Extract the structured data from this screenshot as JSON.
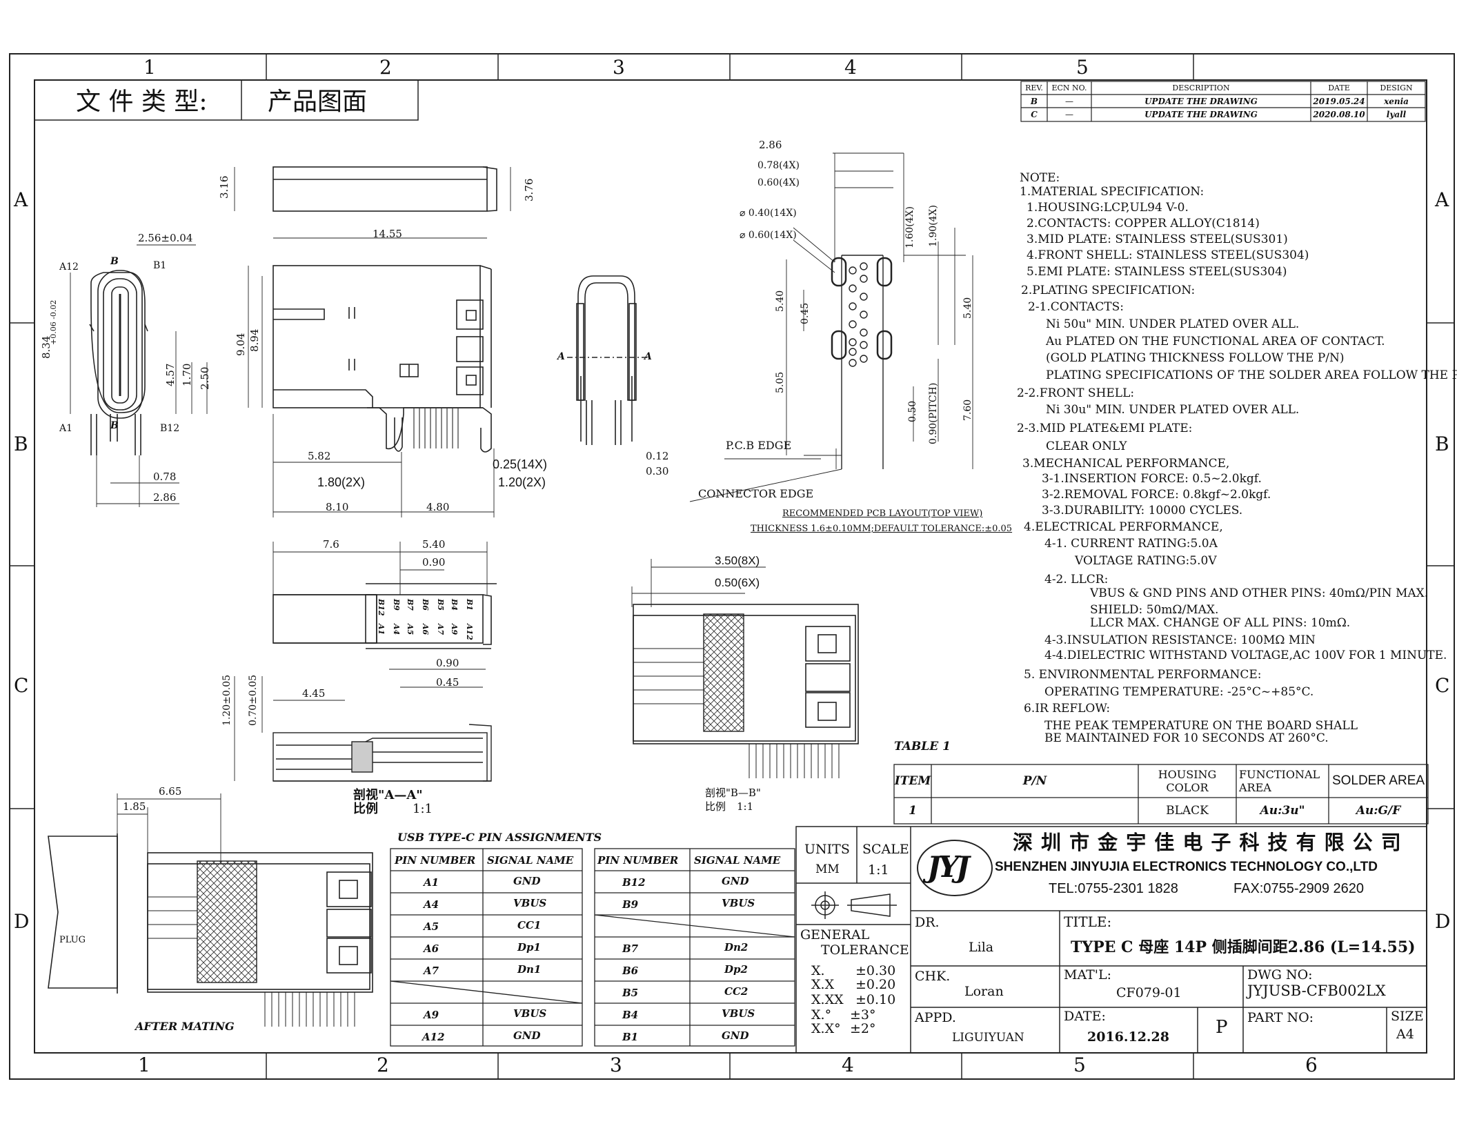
{
  "frame": {
    "cols": [
      "1",
      "2",
      "3",
      "4",
      "5",
      "6"
    ],
    "rows": [
      "A",
      "B",
      "C",
      "D"
    ]
  },
  "doc_type": {
    "label": "文 件 类 型:",
    "value": "产品图面"
  },
  "revisions": {
    "headers": [
      "REV.",
      "ECN NO.",
      "DESCRIPTION",
      "DATE",
      "DESIGN"
    ],
    "rows": [
      {
        "rev": "B",
        "ecn": "—",
        "desc": "UPDATE THE DRAWING",
        "date": "2019.05.24",
        "design": "xenia"
      },
      {
        "rev": "C",
        "ecn": "—",
        "desc": "UPDATE THE DRAWING",
        "date": "2020.08.10",
        "design": "lyall"
      }
    ]
  },
  "notes": [
    "NOTE:",
    "1.MATERIAL SPECIFICATION:",
    " 1.HOUSING:LCP,UL94 V-0.",
    " 2.CONTACTS: COPPER ALLOY(C1814)",
    " 3.MID PLATE: STAINLESS STEEL(SUS301)",
    " 4.FRONT SHELL: STAINLESS STEEL(SUS304)",
    " 5.EMI PLATE: STAINLESS STEEL(SUS304)",
    "2.PLATING SPECIFICATION:",
    " 2-1.CONTACTS:",
    "Ni 50u\" MIN. UNDER PLATED OVER ALL.",
    "Au PLATED ON THE FUNCTIONAL AREA OF CONTACT.",
    "(GOLD PLATING THICKNESS FOLLOW THE P/N)",
    "PLATING SPECIFICATIONS OF THE SOLDER AREA FOLLOW THE P/N",
    "2-2.FRONT SHELL:",
    "Ni 30u\" MIN. UNDER PLATED OVER ALL.",
    "2-3.MID PLATE&EMI PLATE:",
    "CLEAR ONLY",
    "3.MECHANICAL PERFORMANCE,",
    "3-1.INSERTION FORCE: 0.5~2.0kgf.",
    "3-2.REMOVAL FORCE: 0.8kgf~2.0kgf.",
    "3-3.DURABILITY: 10000 CYCLES.",
    "4.ELECTRICAL PERFORMANCE,",
    "4-1. CURRENT RATING:5.0A",
    "VOLTAGE RATING:5.0V",
    "4-2. LLCR:",
    "VBUS & GND PINS AND OTHER PINS: 40mΩ/PIN MAX.",
    "SHIELD: 50mΩ/MAX.",
    "LLCR MAX. CHANGE OF ALL PINS: 10mΩ.",
    "4-3.INSULATION RESISTANCE: 100MΩ MIN",
    "4-4.DIELECTRIC WITHSTAND VOLTAGE,AC 100V FOR 1 MINUTE.",
    "5. ENVIRONMENTAL PERFORMANCE:",
    "OPERATING TEMPERATURE: -25°C~+85°C.",
    "6.IR REFLOW:",
    "THE PEAK TEMPERATURE ON THE BOARD SHALL",
    "BE MAINTAINED FOR 10 SECONDS AT 260°C."
  ],
  "table1": {
    "title": "TABLE 1",
    "headers": {
      "item": "ITEM",
      "pn": "P/N",
      "housing": "HOUSING COLOR",
      "functional": "FUNCTIONAL AREA",
      "solder": "SOLDER AREA"
    },
    "row": {
      "item": "1",
      "pn": "",
      "housing": "BLACK",
      "functional": "Au:3u\"",
      "solder": "Au:G/F"
    }
  },
  "pin_table": {
    "title": "USB TYPE-C PIN ASSIGNMENTS",
    "headers": [
      "PIN NUMBER",
      "SIGNAL NAME",
      "PIN NUMBER",
      "SIGNAL NAME"
    ],
    "left": [
      {
        "pin": "A1",
        "sig": "GND"
      },
      {
        "pin": "A4",
        "sig": "VBUS"
      },
      {
        "pin": "A5",
        "sig": "CC1"
      },
      {
        "pin": "A6",
        "sig": "Dp1"
      },
      {
        "pin": "A7",
        "sig": "Dn1"
      },
      {
        "pin": "",
        "sig": ""
      },
      {
        "pin": "A9",
        "sig": "VBUS"
      },
      {
        "pin": "A12",
        "sig": "GND"
      }
    ],
    "right": [
      {
        "pin": "B12",
        "sig": "GND"
      },
      {
        "pin": "B9",
        "sig": "VBUS"
      },
      {
        "pin": "",
        "sig": ""
      },
      {
        "pin": "B7",
        "sig": "Dn2"
      },
      {
        "pin": "B6",
        "sig": "Dp2"
      },
      {
        "pin": "B5",
        "sig": "CC2"
      },
      {
        "pin": "B4",
        "sig": "VBUS"
      },
      {
        "pin": "B1",
        "sig": "GND"
      }
    ]
  },
  "title_block": {
    "units_label": "UNITS",
    "units": "MM",
    "scale_label": "SCALE",
    "scale": "1:1",
    "general_tol": "GENERAL",
    "tol_label": "TOLERANCE",
    "tolerances": [
      {
        "k": "X.",
        "v": "±0.30"
      },
      {
        "k": "X.X",
        "v": "±0.20"
      },
      {
        "k": "X.XX",
        "v": "±0.10"
      },
      {
        "k": "X.°",
        "v": "±3°"
      },
      {
        "k": "X.X°",
        "v": "±2°"
      }
    ],
    "logo": "JYJ",
    "company_cn": "深 圳 市 金 宇 佳 电 子 科 技 有 限 公 司",
    "company_en": "SHENZHEN JINYUJIA ELECTRONICS TECHNOLOGY CO.,LTD",
    "tel": "TEL:0755-2301 1828",
    "fax": "FAX:0755-2909 2620",
    "dr_label": "DR.",
    "dr": "Lila",
    "title_label": "TITLE:",
    "title": "TYPE C 母座 14P 侧插脚间距2.86 (L=14.55)",
    "chk_label": "CHK.",
    "chk": "Loran",
    "matl_label": "MAT'L:",
    "matl": "CF079-01",
    "dwg_label": "DWG NO:",
    "dwg": "JYJUSB-CFB002LX",
    "appd_label": "APPD.",
    "appd": "LIGUIYUAN",
    "date_label": "DATE:",
    "date": "2016.12.28",
    "p": "P",
    "part_label": "PART NO:",
    "part": "",
    "size_label": "SIZE",
    "size": "A4"
  },
  "dims": {
    "d256": "2.56±0.04",
    "a12": "A12",
    "b": "B",
    "b1": "B1",
    "a1": "A1",
    "b12": "B12",
    "d834": "8.34",
    "d834tol": "+0.06 -0.02",
    "d457": "4.57",
    "d170": "1.70",
    "d250": "2.50",
    "d078": "0.78",
    "d286": "2.86",
    "d316": "3.16",
    "d376": "3.76",
    "d1455": "14.55",
    "d904": "9.04",
    "d894": "8.94",
    "d582": "5.82",
    "d180": "1.80(2X)",
    "d025": "0.25(14X)",
    "d120": "1.20(2X)",
    "d012": "0.12",
    "d030": "0.30",
    "d810": "8.10",
    "d480": "4.80",
    "secA": "A",
    "secA2": "A",
    "p286": "2.86",
    "p078": "0.78(4X)",
    "p060": "0.60(4X)",
    "p040": "⌀ 0.40(14X)",
    "p060b": "⌀ 0.60(14X)",
    "p160": "1.60(4X)",
    "p190": "1.90(4X)",
    "p540": "5.40",
    "p045": "0.45",
    "p540r": "5.40",
    "p505": "5.05",
    "p050": "0.50",
    "p090": "0.90(PITCH)",
    "p760": "7.60",
    "pcb_edge": "P.C.B  EDGE",
    "conn_edge": "CONNECTOR EDGE",
    "layout1": "RECOMMENDED PCB LAYOUT(TOP VIEW)",
    "layout2": "THICKNESS 1.6±0.10MM;DEFAULT TOLERANCE:±0.05",
    "s76": "7.6",
    "s540": "5.40",
    "s090": "0.90",
    "s090b": "0.90",
    "s045": "0.45",
    "s445": "4.45",
    "s120": "1.20±0.05",
    "s070": "0.70±0.05",
    "secAA": "剖视\"A—A\"",
    "secAA_scale_l": "比例",
    "secAA_scale": "1:1",
    "b350": "3.50(8X)",
    "b050": "0.50(6X)",
    "secBB": "剖视\"B—B\"",
    "secBB_scale_l": "比例",
    "secBB_scale": "1:1",
    "m665": "6.65",
    "m185": "1.85",
    "plug": "PLUG",
    "after": "AFTER MATING"
  },
  "pin_labels_top": [
    "B12",
    "B9",
    "B7",
    "B6",
    "B5",
    "B4",
    "B1"
  ],
  "pin_labels_bot": [
    "A1",
    "A4",
    "A5",
    "A6",
    "A7",
    "A9",
    "A12"
  ]
}
